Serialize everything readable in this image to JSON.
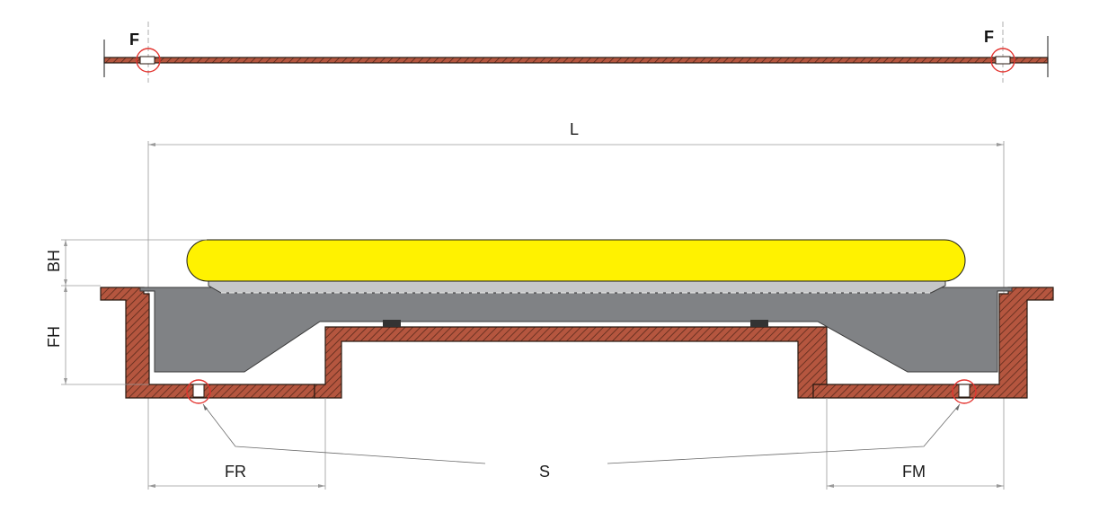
{
  "diagram": {
    "labels": {
      "top_left_marker": "F",
      "top_right_marker": "F",
      "length": "L",
      "bellow_height": "BH",
      "frame_height": "FH",
      "frame_left": "FR",
      "frame_right": "FM",
      "sensors": "S"
    },
    "colors": {
      "frame_fill": "#b5563f",
      "frame_hatch": "#5a2a1c",
      "plate": "#808285",
      "plate_light": "#c6c7c9",
      "bellow": "#fff200",
      "marker_ring": "#e3342f"
    }
  }
}
